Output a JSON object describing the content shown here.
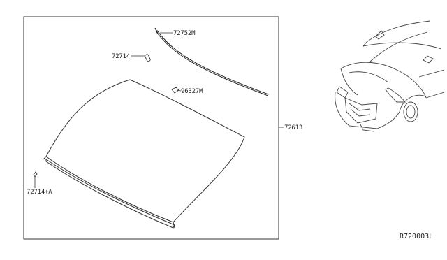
{
  "diagram": {
    "parts": [
      {
        "id": "72752M",
        "label": "72752M"
      },
      {
        "id": "72714",
        "label": "72714"
      },
      {
        "id": "96327M",
        "label": "96327M"
      },
      {
        "id": "72613",
        "label": "72613"
      },
      {
        "id": "72714+A",
        "label": "72714+A"
      }
    ],
    "diagram_code": "R720003L",
    "line_color": "#222222"
  }
}
